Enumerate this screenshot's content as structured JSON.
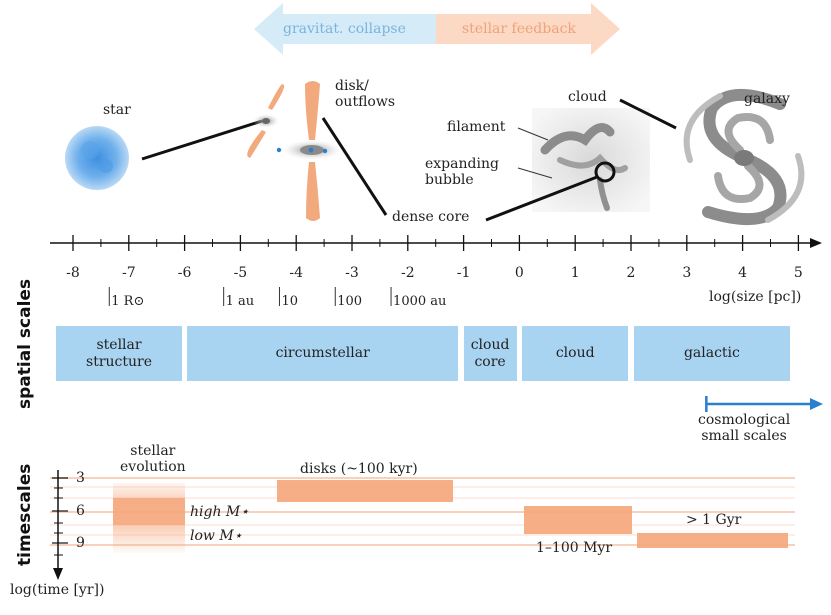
{
  "arrows": {
    "left_label": "gravitat. collapse",
    "right_label": "stellar feedback",
    "left_color": "#d6ebf8",
    "left_text_color": "#7ab4dd",
    "right_color": "#fbd9c4",
    "right_text_color": "#f0a27a"
  },
  "objects": {
    "star": "star",
    "disk": "disk/\noutflows",
    "filament": "filament",
    "bubble": "expanding\nbubble",
    "dense_core": "dense core",
    "cloud": "cloud",
    "galaxy": "galaxy"
  },
  "axis": {
    "ticks": [
      "-8",
      "-7",
      "-6",
      "-5",
      "-4",
      "-3",
      "-2",
      "-1",
      "0",
      "1",
      "2",
      "3",
      "4",
      "5"
    ],
    "label": "log(size [pc])",
    "min": -8,
    "max": 5
  },
  "reference_scales": [
    {
      "label": "1 R⊙",
      "log_pc": -7.35
    },
    {
      "label": "1 au",
      "log_pc": -5.3
    },
    {
      "label": "10",
      "log_pc": -4.3
    },
    {
      "label": "100",
      "log_pc": -3.3
    },
    {
      "label": "1000 au",
      "log_pc": -2.3
    }
  ],
  "spatial_title": "spatial scales",
  "spatial_boxes": [
    {
      "label": "stellar\nstructure",
      "from": -8.3,
      "to": -6.05
    },
    {
      "label": "circumstellar",
      "from": -5.95,
      "to": -1.1
    },
    {
      "label": "cloud\ncore",
      "from": -1.0,
      "to": -0.05
    },
    {
      "label": "cloud",
      "from": 0.05,
      "to": 1.95
    },
    {
      "label": "galactic",
      "from": 2.05,
      "to": 4.85
    }
  ],
  "cosmological": {
    "label": "cosmological\nsmall scales",
    "from": 3.35,
    "color": "#2a7fcf"
  },
  "timescales": {
    "title": "timescales",
    "axis_label": "log(time [yr])",
    "ticks": [
      "3",
      "6",
      "9"
    ],
    "stellar_evolution": "stellar\nevolution",
    "high_mass": "high M⋆",
    "low_mass": "low M⋆",
    "disks": "disks (~100 kyr)",
    "myr": "1–100 Myr",
    "gyr": "> 1 Gyr",
    "band_color": "#f5a57a"
  }
}
